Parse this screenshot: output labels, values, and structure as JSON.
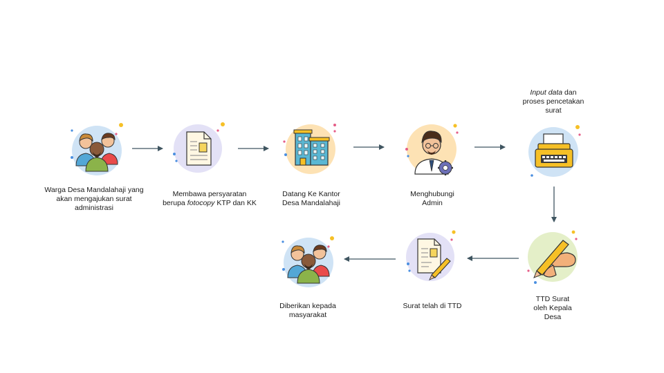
{
  "nodes": [
    {
      "id": "warga",
      "icon": "people-group-icon",
      "label_lines": [
        "Warga Desa Mandalahaji  yang",
        "akan mengajukan  surat",
        "administrasi"
      ]
    },
    {
      "id": "persyaratan",
      "icon": "document-icon",
      "label_lines": [
        "Membawa persyaratan"
      ],
      "label_line2_parts": {
        "before": "berupa ",
        "italic": "fotocopy",
        "after": " KTP  dan KK"
      }
    },
    {
      "id": "kantor",
      "icon": "office-building-icon",
      "label_lines": [
        "Datang Ke Kantor",
        "Desa Mandalahaji"
      ]
    },
    {
      "id": "admin",
      "icon": "admin-person-gear-icon",
      "label_lines": [
        "Menghubungi",
        "Admin"
      ]
    },
    {
      "id": "cetak",
      "icon": "typewriter-icon",
      "label_line1_parts": {
        "italic": "Input data",
        "after": " dan"
      },
      "label_lines": [
        "proses pencetakan",
        "surat"
      ]
    },
    {
      "id": "ttd-kades",
      "icon": "hand-writing-pen-icon",
      "label_lines": [
        "TTD  Surat",
        "oleh Kepala",
        "Desa"
      ]
    },
    {
      "id": "surat-ttd",
      "icon": "signed-document-icon",
      "label_lines": [
        "Surat telah di TTD"
      ]
    },
    {
      "id": "diberikan",
      "icon": "people-group-icon",
      "label_lines": [
        "Diberikan  kepada",
        "masyarakat"
      ]
    }
  ],
  "colors": {
    "arrow": "#3f5560",
    "blue_circle": "#cfe3f5",
    "lavender_circle": "#e3e1f6",
    "peach_circle": "#fde2b4",
    "green_circle": "#e4efc8",
    "dot_yellow": "#f6c026",
    "dot_pink": "#e55d87",
    "dot_blue": "#4a8fe0"
  }
}
